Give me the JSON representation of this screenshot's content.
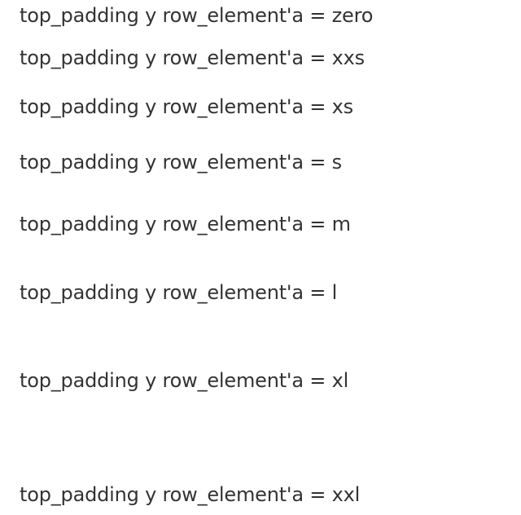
{
  "rows": [
    {
      "label": "top_padding y row_element'a = zero"
    },
    {
      "label": "top_padding y row_element'a = xxs"
    },
    {
      "label": "top_padding y row_element'a = xs"
    },
    {
      "label": "top_padding y row_element'a = s"
    },
    {
      "label": "top_padding y row_element'a = m"
    },
    {
      "label": "top_padding y row_element'a = l"
    },
    {
      "label": "top_padding y row_element'a = xl"
    },
    {
      "label": "top_padding y row_element'a = xxl"
    }
  ],
  "colors": {
    "background": "#ffffff",
    "text": "#333333"
  }
}
